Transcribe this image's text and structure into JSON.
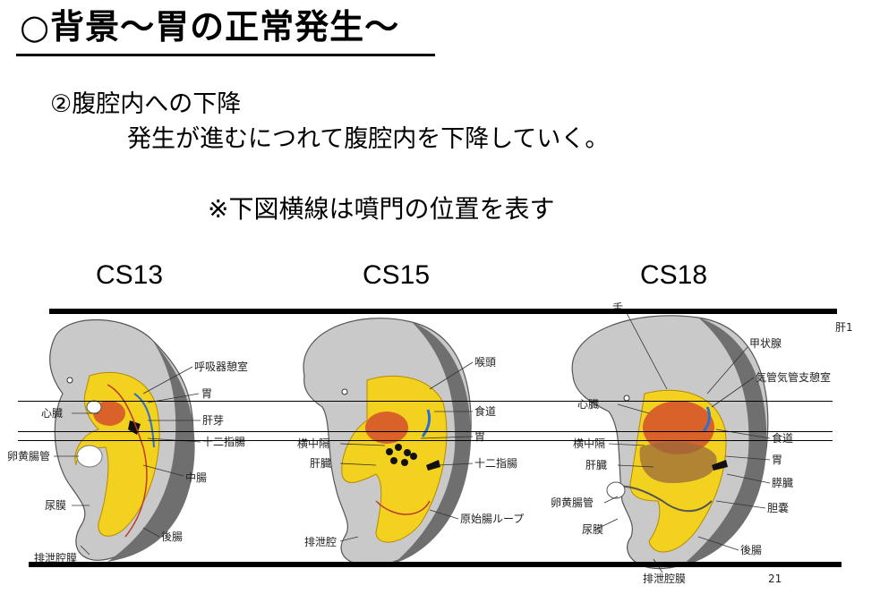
{
  "title": "○背景～胃の正常発生～",
  "subtitle": "②腹腔内への下降",
  "description": "発生が進むにつれて腹腔内を下降していく。",
  "note": "※下図横線は噴門の位置を表す",
  "stages": [
    "CS13",
    "CS15",
    "CS18"
  ],
  "colors": {
    "yellow": "#f3d21f",
    "gray": "#7a7a7a",
    "lightgray": "#c9c9c9",
    "heart": "#d9622a",
    "liver": "#9a6a3a"
  },
  "figure1": {
    "labels": [
      "呼吸器憩室",
      "胃",
      "心臓",
      "肝芽",
      "十二指腸",
      "卵黄腸管",
      "中腸",
      "尿膜",
      "後腸",
      "排泄腔膜"
    ]
  },
  "figure2": {
    "labels": [
      "喉頭",
      "食道",
      "胃",
      "横中隔",
      "肝臓",
      "十二指腸",
      "原始腸ループ",
      "排泄腔"
    ]
  },
  "figure3": {
    "labels": [
      "舌",
      "肝1",
      "甲状腺",
      "気管気管支憩室",
      "心臓",
      "食道",
      "横中隔",
      "胃",
      "肝臓",
      "膵臓",
      "卵黄腸管",
      "胆嚢",
      "尿膜",
      "後腸",
      "排泄腔膜",
      "21"
    ]
  }
}
